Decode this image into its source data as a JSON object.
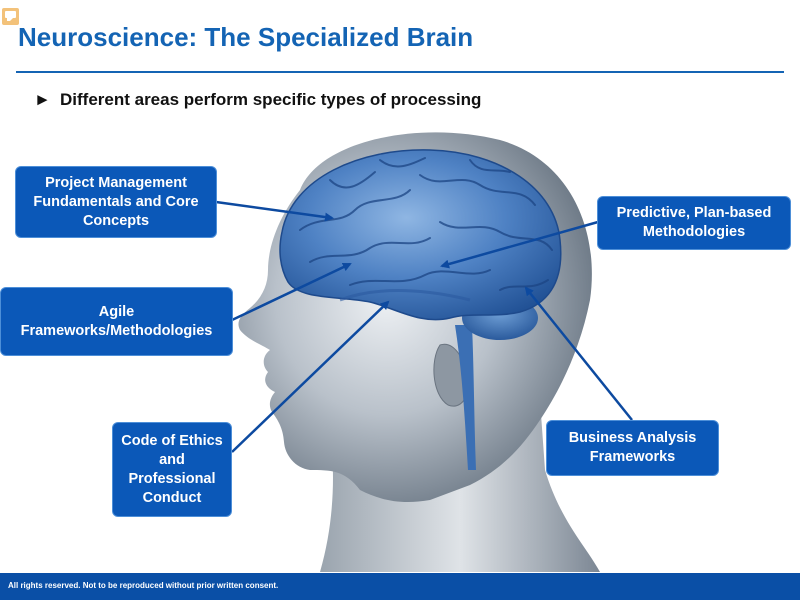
{
  "slide": {
    "title": "Neuroscience: The Specialized Brain",
    "bullet_marker": "►",
    "bullet_text": "Different areas perform specific types of processing",
    "footer": "All rights reserved. Not to be reproduced without prior written consent."
  },
  "callouts": {
    "pm_fundamentals": "Project Management Fundamentals and Core Concepts",
    "agile": "Agile Frameworks/Methodologies",
    "ethics": "Code of Ethics and Professional Conduct",
    "predictive": "Predictive, Plan-based Methodologies",
    "business_analysis": "Business Analysis Frameworks"
  },
  "colors": {
    "accent": "#1464b4",
    "callout_bg": "#0b58b8",
    "footer_bg": "#0a4fa6"
  }
}
